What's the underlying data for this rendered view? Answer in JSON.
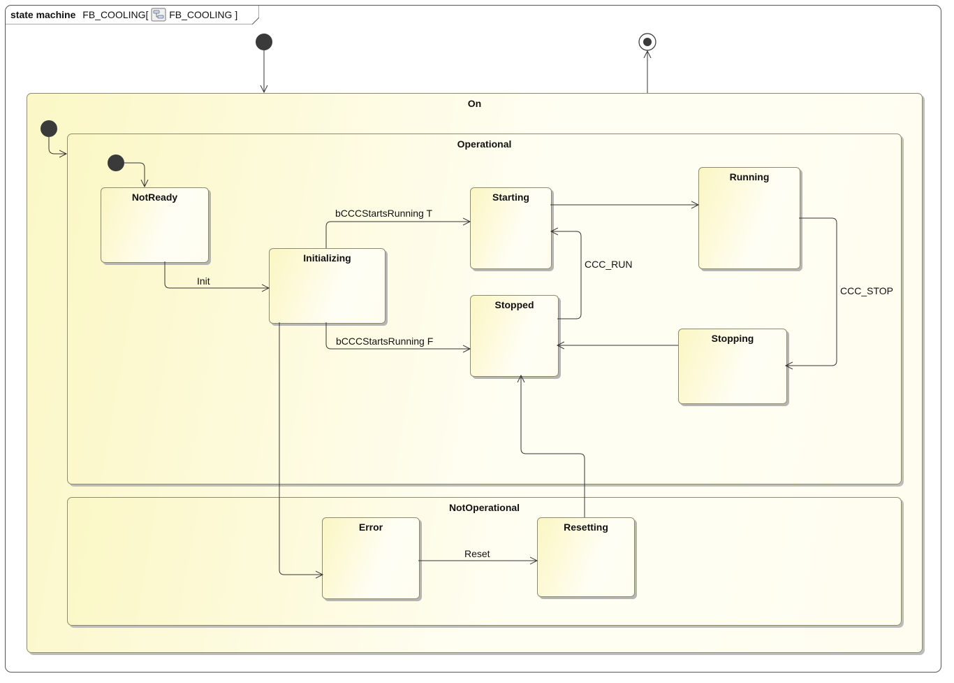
{
  "diagram": {
    "keyword": "state machine",
    "name": "FB_COOLING",
    "context_open": "[",
    "context_name": "FB_COOLING",
    "context_close": "]"
  },
  "regions": {
    "on": "On",
    "operational": "Operational",
    "not_operational": "NotOperational"
  },
  "states": {
    "not_ready": "NotReady",
    "initializing": "Initializing",
    "starting": "Starting",
    "running": "Running",
    "stopped": "Stopped",
    "stopping": "Stopping",
    "error": "Error",
    "resetting": "Resetting"
  },
  "transitions": {
    "init": "Init",
    "starts_running_t": "bCCCStartsRunning T",
    "starts_running_f": "bCCCStartsRunning F",
    "ccc_run": "CCC_RUN",
    "ccc_stop": "CCC_STOP",
    "reset": "Reset"
  },
  "colors": {
    "state_fill": "#fbf6c2",
    "border": "#8c8c6a",
    "line": "#333333"
  }
}
